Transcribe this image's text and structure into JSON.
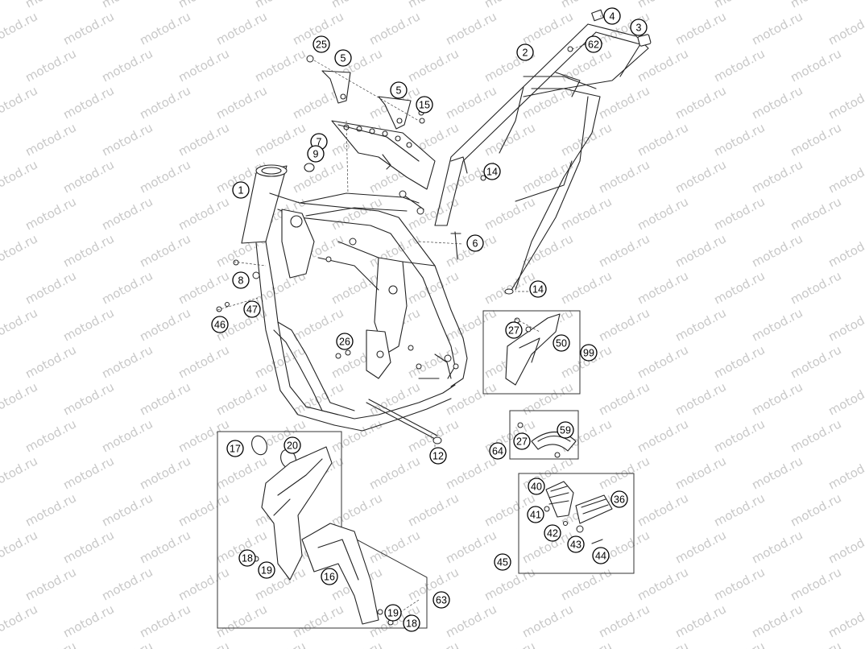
{
  "watermark": {
    "text": "motod.ru",
    "color": "#c8c8c8"
  },
  "callouts": [
    {
      "id": "c1",
      "label": "1"
    },
    {
      "id": "c2",
      "label": "2"
    },
    {
      "id": "c3",
      "label": "3"
    },
    {
      "id": "c4",
      "label": "4"
    },
    {
      "id": "c5a",
      "label": "5"
    },
    {
      "id": "c5b",
      "label": "5"
    },
    {
      "id": "c6",
      "label": "6"
    },
    {
      "id": "c7",
      "label": "7"
    },
    {
      "id": "c8",
      "label": "8"
    },
    {
      "id": "c9",
      "label": "9"
    },
    {
      "id": "c12",
      "label": "12"
    },
    {
      "id": "c14a",
      "label": "14"
    },
    {
      "id": "c14b",
      "label": "14"
    },
    {
      "id": "c15",
      "label": "15"
    },
    {
      "id": "c16",
      "label": "16"
    },
    {
      "id": "c17",
      "label": "17"
    },
    {
      "id": "c18a",
      "label": "18"
    },
    {
      "id": "c18b",
      "label": "18"
    },
    {
      "id": "c19a",
      "label": "19"
    },
    {
      "id": "c19b",
      "label": "19"
    },
    {
      "id": "c20",
      "label": "20"
    },
    {
      "id": "c25",
      "label": "25"
    },
    {
      "id": "c26",
      "label": "26"
    },
    {
      "id": "c27a",
      "label": "27"
    },
    {
      "id": "c27b",
      "label": "27"
    },
    {
      "id": "c36",
      "label": "36"
    },
    {
      "id": "c40",
      "label": "40"
    },
    {
      "id": "c41",
      "label": "41"
    },
    {
      "id": "c42",
      "label": "42"
    },
    {
      "id": "c43",
      "label": "43"
    },
    {
      "id": "c44",
      "label": "44"
    },
    {
      "id": "c45",
      "label": "45"
    },
    {
      "id": "c46",
      "label": "46"
    },
    {
      "id": "c47",
      "label": "47"
    },
    {
      "id": "c50",
      "label": "50"
    },
    {
      "id": "c59",
      "label": "59"
    },
    {
      "id": "c62",
      "label": "62"
    },
    {
      "id": "c63",
      "label": "63"
    },
    {
      "id": "c64",
      "label": "64"
    },
    {
      "id": "c99",
      "label": "99"
    }
  ]
}
